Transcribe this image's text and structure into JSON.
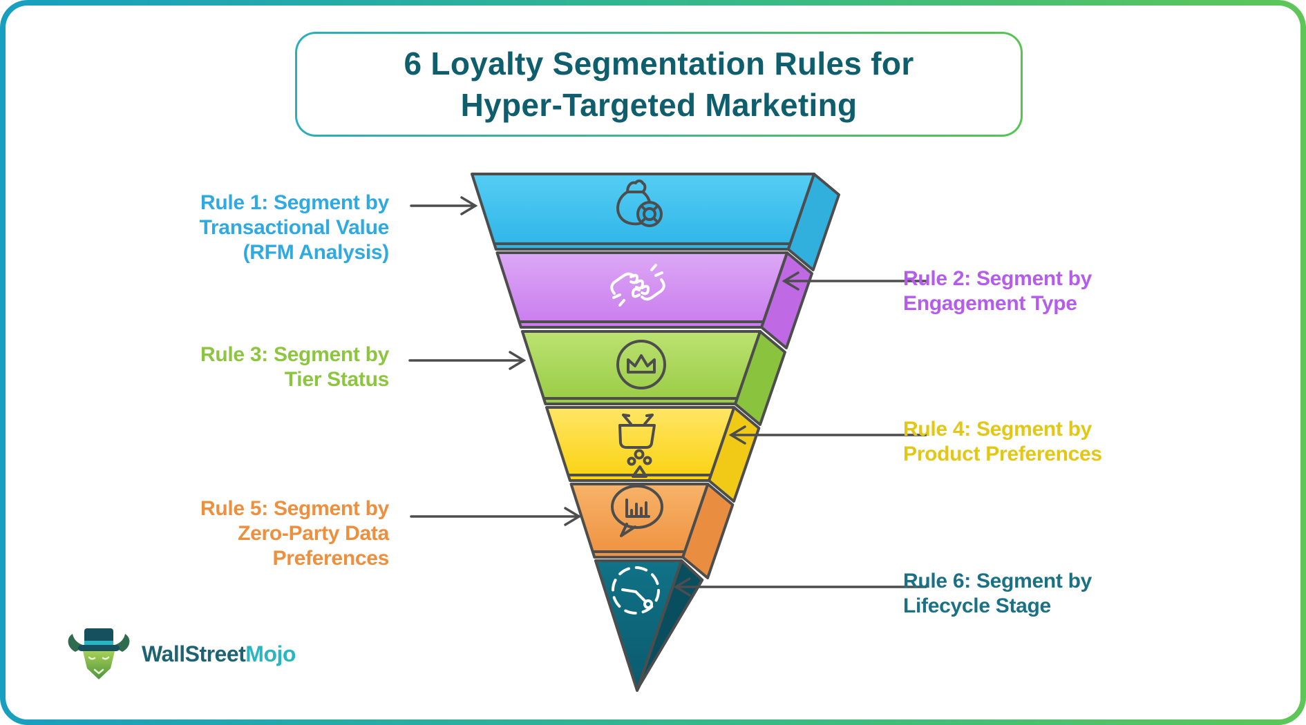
{
  "frame": {
    "background": "#ffffff",
    "border_gradient": [
      "#179fc0",
      "#5dc657"
    ]
  },
  "title": {
    "lines": [
      "6 Loyalty Segmentation Rules for",
      "Hyper-Targeted Marketing"
    ],
    "text_color": "#0e5e6d",
    "border_gradient": [
      "#2badbd",
      "#55c54e"
    ]
  },
  "brand": {
    "text_primary": "WallStreet",
    "text_secondary": "Mojo",
    "primary_color": "#1d6373",
    "secondary_color": "#2ab5c3",
    "mascot": "bull-mascot-with-top-hat-icon"
  },
  "funnel": {
    "outline_color": "#4d4d4d",
    "arrow_color": "#4d4d4d",
    "segments": [
      {
        "id": 1,
        "label_lines": [
          "Rule 1: Segment by",
          "Transactional Value",
          "(RFM Analysis)"
        ],
        "label_side": "left",
        "label_color": "#2fa9e1",
        "fill_light": "#55cdf3",
        "fill_dark": "#2eb5e8",
        "side_fill": "#31b0de",
        "icon": "money-bag-coin-icon",
        "icon_color": "#4d4d4d"
      },
      {
        "id": 2,
        "label_lines": [
          "Rule 2: Segment by",
          "Engagement Type"
        ],
        "label_side": "right",
        "label_color": "#b55cec",
        "fill_light": "#dca8f5",
        "fill_dark": "#c97bee",
        "side_fill": "#bf69e4",
        "icon": "handshake-icon",
        "icon_color": "#ffffff"
      },
      {
        "id": 3,
        "label_lines": [
          "Rule 3: Segment by",
          "Tier Status"
        ],
        "label_side": "left",
        "label_color": "#8cc63f",
        "fill_light": "#bbe272",
        "fill_dark": "#99cb43",
        "side_fill": "#8ac43e",
        "icon": "crown-icon",
        "icon_color": "#4d4d4d"
      },
      {
        "id": 4,
        "label_lines": [
          "Rule 4: Segment by",
          "Product Preferences"
        ],
        "label_side": "right",
        "label_color": "#e3c714",
        "fill_light": "#ffe567",
        "fill_dark": "#fad20e",
        "side_fill": "#f0ca16",
        "icon": "shopping-basket-icon",
        "icon_color": "#4d4d4d"
      },
      {
        "id": 5,
        "label_lines": [
          "Rule 5: Segment by",
          "Zero-Party Data",
          "Preferences"
        ],
        "label_side": "left",
        "label_color": "#ee8f3d",
        "fill_light": "#f7b369",
        "fill_dark": "#ef9140",
        "side_fill": "#e98e41",
        "icon": "chat-bubble-bar-chart-icon",
        "icon_color": "#4d4d4d"
      },
      {
        "id": 6,
        "label_lines": [
          "Rule 6: Segment by",
          "Lifecycle Stage"
        ],
        "label_side": "right",
        "label_color": "#1a7186",
        "fill_light": "#117287",
        "fill_dark": "#0b5a6d",
        "side_fill": "#094e5f",
        "icon": "clock-gauge-icon",
        "icon_color": "#ffffff"
      }
    ]
  }
}
